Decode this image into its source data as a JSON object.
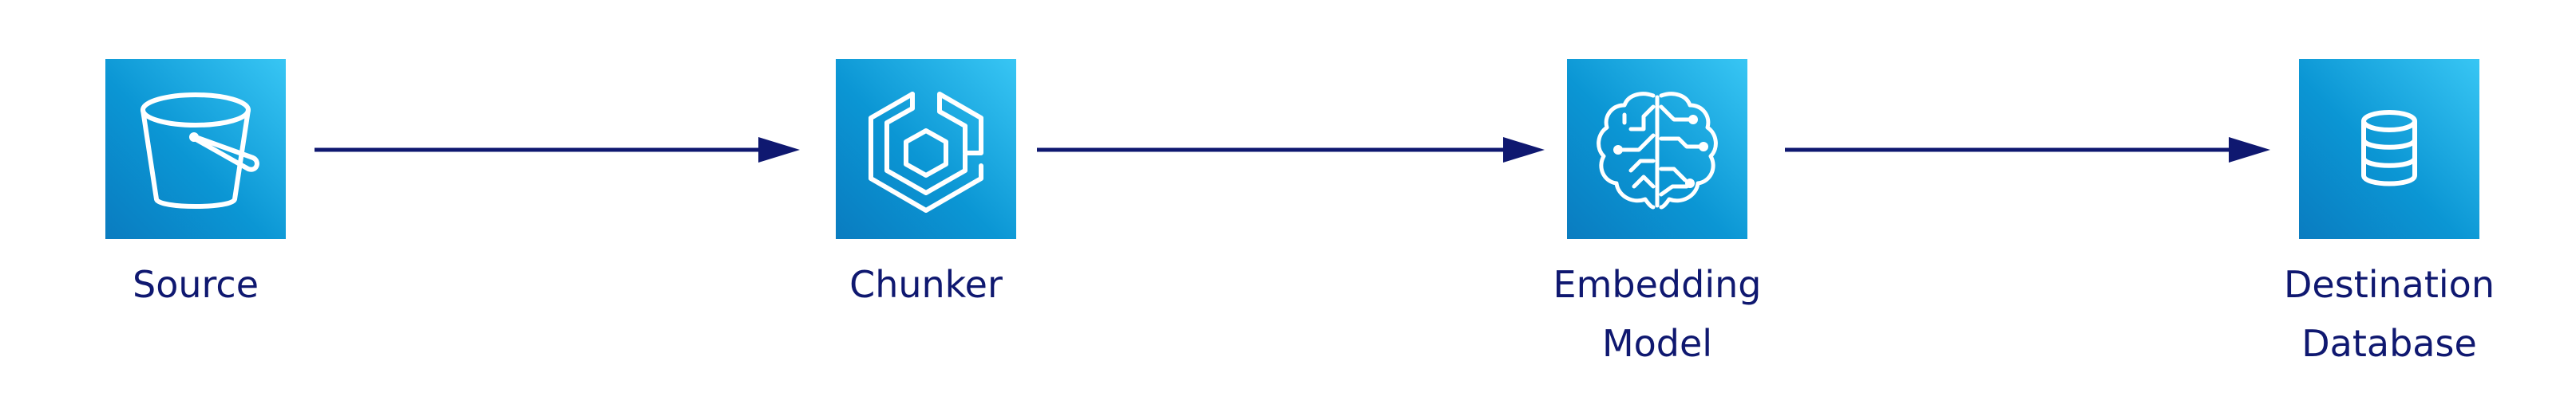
{
  "diagram": {
    "nodes": [
      {
        "label": "Source",
        "icon": "bucket-icon"
      },
      {
        "label": "Chunker",
        "icon": "container-hexagon-icon"
      },
      {
        "label": "Embedding\nModel",
        "icon": "brain-circuit-icon"
      },
      {
        "label": "Destination\nDatabase",
        "icon": "database-icon"
      }
    ],
    "edges": [
      {
        "from": "Source",
        "to": "Chunker"
      },
      {
        "from": "Chunker",
        "to": "Embedding\nModel"
      },
      {
        "from": "Embedding\nModel",
        "to": "Destination\nDatabase"
      }
    ]
  },
  "colors": {
    "tile_dark": "#0a7cc0",
    "tile_light": "#38c6f4",
    "label_text": "#0f1870",
    "arrow": "#0f1870",
    "icon_stroke": "#ffffff"
  }
}
